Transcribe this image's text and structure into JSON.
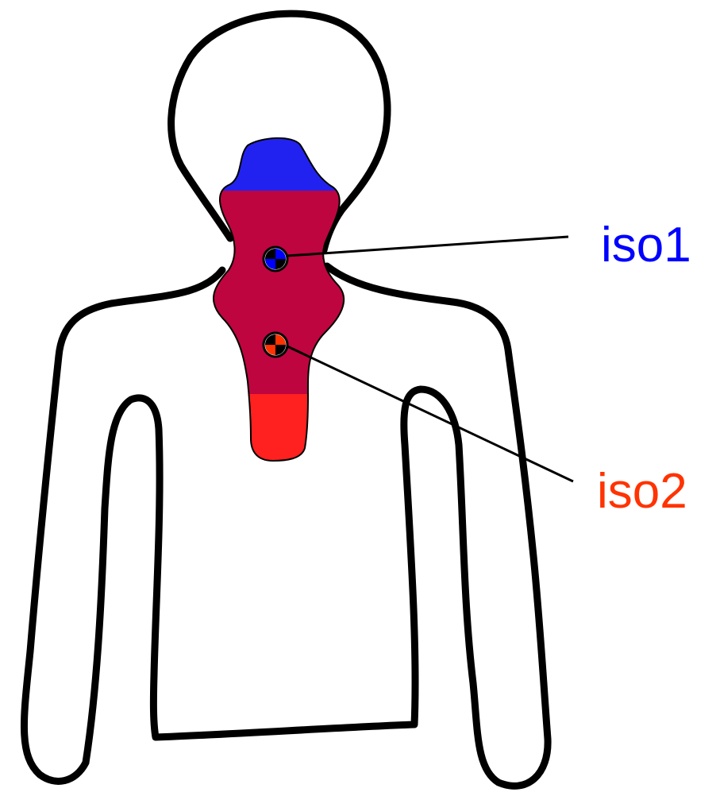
{
  "labels": {
    "iso1": "iso1",
    "iso2": "iso2"
  },
  "colors": {
    "outline": "#000000",
    "region_top": "#2222f0",
    "region_middle": "#be0540",
    "region_bottom": "#ff2020",
    "iso1": "#0000ff",
    "iso2": "#ff3300"
  },
  "markers": [
    {
      "id": "iso1",
      "symbol": "isocenter-crosshair"
    },
    {
      "id": "iso2",
      "symbol": "isocenter-crosshair"
    }
  ]
}
